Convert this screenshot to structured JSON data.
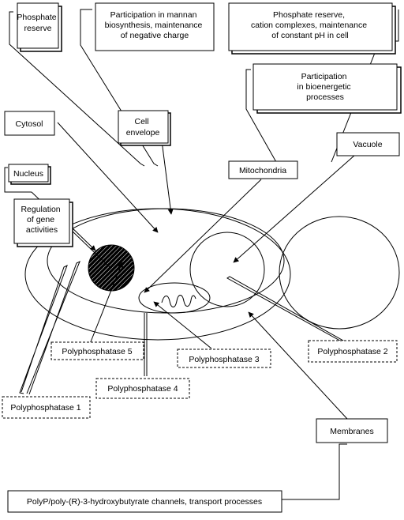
{
  "labels": {
    "phosphate_reserve": [
      "Phosphate",
      "reserve"
    ],
    "mannan": [
      "Participation in mannan",
      "biosynthesis, maintenance",
      "of negative charge"
    ],
    "cation": [
      "Phosphate reserve,",
      "cation complexes, maintenance",
      "of constant pH in cell"
    ],
    "bioenergetic": [
      "Participation",
      "in bioenergetic",
      "processes"
    ],
    "cytosol": "Cytosol",
    "cell_envelope": [
      "Cell",
      "envelope"
    ],
    "vacuole": "Vacuole",
    "nucleus": "Nucleus",
    "mitochondria": "Mitochondria",
    "gene_regulation": [
      "Regulation",
      "of gene",
      "activities"
    ],
    "polyphosphatase_1": "Polyphosphatase 1",
    "polyphosphatase_2": "Polyphosphatase 2",
    "polyphosphatase_3": "Polyphosphatase 3",
    "polyphosphatase_4": "Polyphosphatase 4",
    "polyphosphatase_5": "Polyphosphatase 5",
    "membranes": "Membranes",
    "channels": "PolyP/poly-(R)-3-hydroxybutyrate channels, transport processes"
  }
}
